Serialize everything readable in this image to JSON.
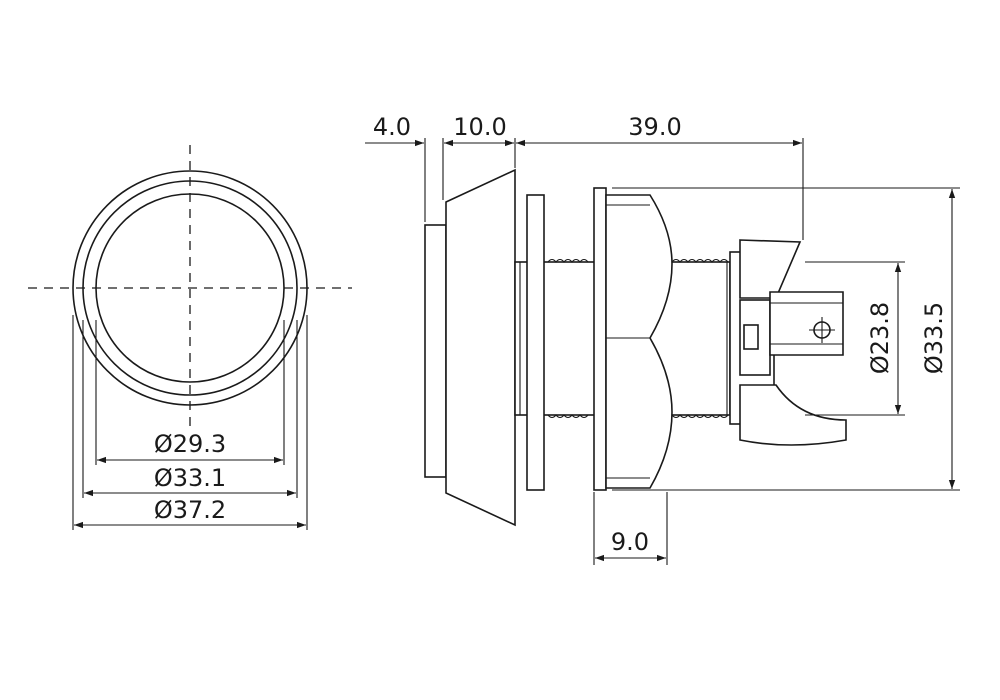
{
  "front_view": {
    "dims": {
      "inner": "Ø29.3",
      "middle": "Ø33.1",
      "outer": "Ø37.2"
    }
  },
  "side_view": {
    "dims": {
      "lens": "4.0",
      "bezel": "10.0",
      "body": "39.0",
      "nut": "9.0",
      "terminal_height": "Ø23.8",
      "nut_height": "Ø33.5"
    }
  },
  "colors": {
    "line": "#1a1a1a",
    "background": "#ffffff"
  }
}
